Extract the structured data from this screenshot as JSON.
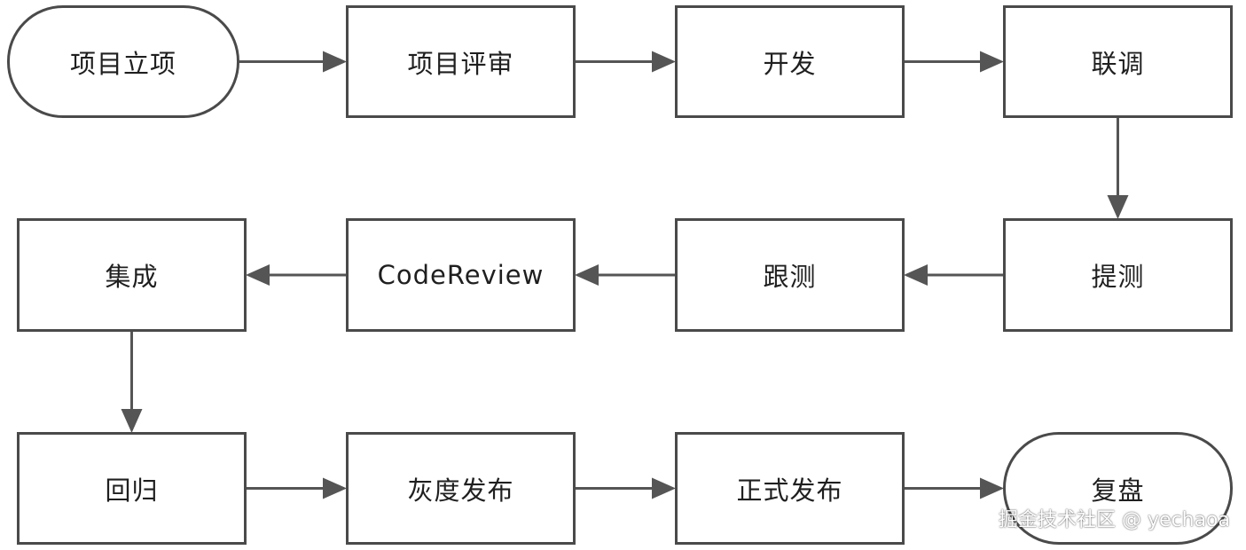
{
  "flowchart": {
    "nodes": [
      {
        "id": "r1c1",
        "label": "项目立项",
        "shape": "terminal"
      },
      {
        "id": "r1c2",
        "label": "项目评审",
        "shape": "process"
      },
      {
        "id": "r1c3",
        "label": "开发",
        "shape": "process"
      },
      {
        "id": "r1c4",
        "label": "联调",
        "shape": "process"
      },
      {
        "id": "r2c4",
        "label": "提测",
        "shape": "process"
      },
      {
        "id": "r2c3",
        "label": "跟测",
        "shape": "process"
      },
      {
        "id": "r2c2",
        "label": "CodeReview",
        "shape": "process"
      },
      {
        "id": "r2c1",
        "label": "集成",
        "shape": "process"
      },
      {
        "id": "r3c1",
        "label": "回归",
        "shape": "process"
      },
      {
        "id": "r3c2",
        "label": "灰度发布",
        "shape": "process"
      },
      {
        "id": "r3c3",
        "label": "正式发布",
        "shape": "process"
      },
      {
        "id": "r3c4",
        "label": "复盘",
        "shape": "terminal"
      }
    ],
    "edges": [
      {
        "from": "r1c1",
        "to": "r1c2"
      },
      {
        "from": "r1c2",
        "to": "r1c3"
      },
      {
        "from": "r1c3",
        "to": "r1c4"
      },
      {
        "from": "r1c4",
        "to": "r2c4"
      },
      {
        "from": "r2c4",
        "to": "r2c3"
      },
      {
        "from": "r2c3",
        "to": "r2c2"
      },
      {
        "from": "r2c2",
        "to": "r2c1"
      },
      {
        "from": "r2c1",
        "to": "r3c1"
      },
      {
        "from": "r3c1",
        "to": "r3c2"
      },
      {
        "from": "r3c2",
        "to": "r3c3"
      },
      {
        "from": "r3c3",
        "to": "r3c4"
      }
    ]
  },
  "watermark": "掘金技术社区 @ yechaoa",
  "colors": {
    "border": "#4a4a4a",
    "arrow": "#555555",
    "text": "#1f1f1f"
  }
}
